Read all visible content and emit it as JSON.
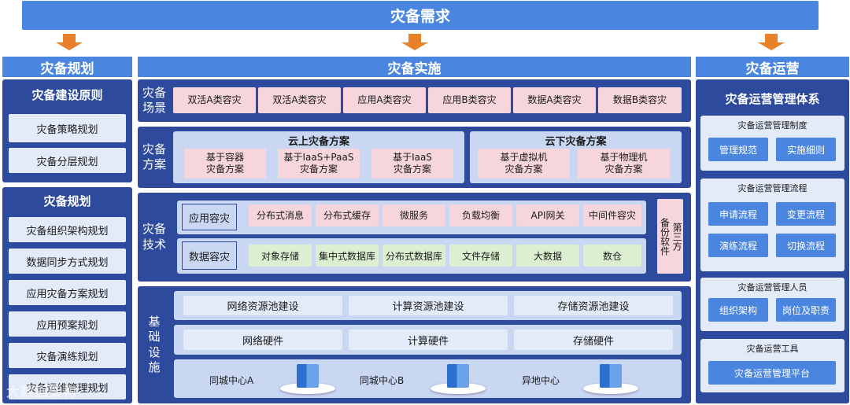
{
  "top_title": "灾备需求",
  "columns": {
    "planning": "灾备规划",
    "implementation": "灾备实施",
    "operation": "灾备运营"
  },
  "left": {
    "principles": {
      "title": "灾备建设原则",
      "items": [
        "灾备策略规划",
        "灾备分层规划"
      ]
    },
    "plan": {
      "title": "灾备规划",
      "items": [
        "灾备组织架构规划",
        "数据同步方式规划",
        "应用灾备方案规划",
        "应用预案规划",
        "灾备演练规划",
        "灾备运维管理规划"
      ]
    }
  },
  "middle": {
    "scenario": {
      "label": "灾备\n场景",
      "items": [
        "双活A类容灾",
        "双活A类容灾",
        "应用A类容灾",
        "应用B类容灾",
        "数据A类容灾",
        "数据B类容灾"
      ]
    },
    "plan": {
      "label": "灾备\n方案",
      "cloud_on": {
        "title": "云上灾备方案",
        "items": [
          "基于容器\n灾备方案",
          "基于IaaS+PaaS\n灾备方案",
          "基于IaaS\n灾备方案"
        ]
      },
      "cloud_off": {
        "title": "云下灾备方案",
        "items": [
          "基于虚拟机\n灾备方案",
          "基于物理机\n灾备方案"
        ]
      }
    },
    "tech": {
      "label": "灾备\n技术",
      "app_label": "应用容灾",
      "app_items": [
        "分布式消息",
        "分布式缓存",
        "微服务",
        "负载均衡",
        "API网关",
        "中间件容灾"
      ],
      "data_label": "数据容灾",
      "data_items": [
        "对象存储",
        "集中式数据库",
        "分布式数据库",
        "文件存储",
        "大数据",
        "数仓"
      ],
      "third_party": "第三方\n备份软件"
    },
    "infra": {
      "label": "基\n础\n设\n施",
      "row1": [
        "网络资源池建设",
        "计算资源池建设",
        "存储资源池建设"
      ],
      "row2": [
        "网络硬件",
        "计算硬件",
        "存储硬件"
      ],
      "centers": [
        "同城中心A",
        "同城中心B",
        "异地中心"
      ]
    }
  },
  "right": {
    "title": "灾备运营管理体系",
    "system": {
      "title": "灾备运营管理制度",
      "items": [
        "管理规范",
        "实施细则"
      ]
    },
    "process": {
      "title": "灾备运营管理流程",
      "items": [
        "申请流程",
        "变更流程",
        "演练流程",
        "切换流程"
      ]
    },
    "people": {
      "title": "灾备运营管理人员",
      "items": [
        "组织架构",
        "岗位及职责"
      ]
    },
    "tools": {
      "title": "灾备运营工具",
      "items": [
        "灾备运营管理平台"
      ]
    }
  },
  "watermark": "大数据架构",
  "colors": {
    "top": "#4a86e0",
    "navy": "#2e4a9c",
    "arrow": "#e8812a",
    "pink": "#f7d5dc",
    "green": "#dcefd0",
    "light": "#e3eaf8"
  }
}
